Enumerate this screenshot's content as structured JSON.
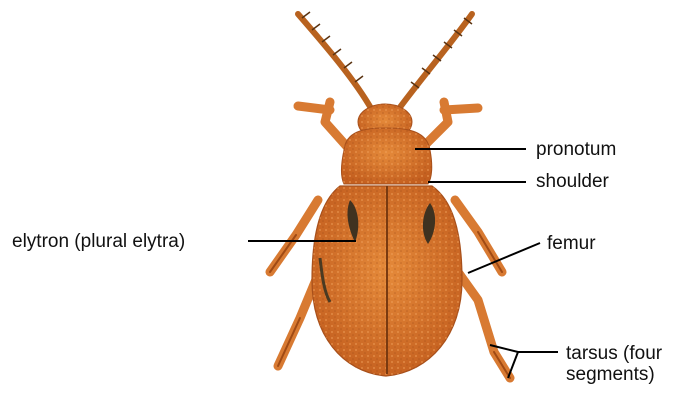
{
  "figure": {
    "subject": "leaf beetle, dorsal view",
    "colors": {
      "body": "#d8762e",
      "body_dark": "#a8501b",
      "marking": "#3f3220",
      "line": "#000000"
    }
  },
  "labels": {
    "pronotum": "pronotum",
    "shoulder": "shoulder",
    "elytron": "elytron (plural elytra)",
    "femur": "femur",
    "tarsus_line1": "tarsus (four",
    "tarsus_line2": "segments)"
  }
}
